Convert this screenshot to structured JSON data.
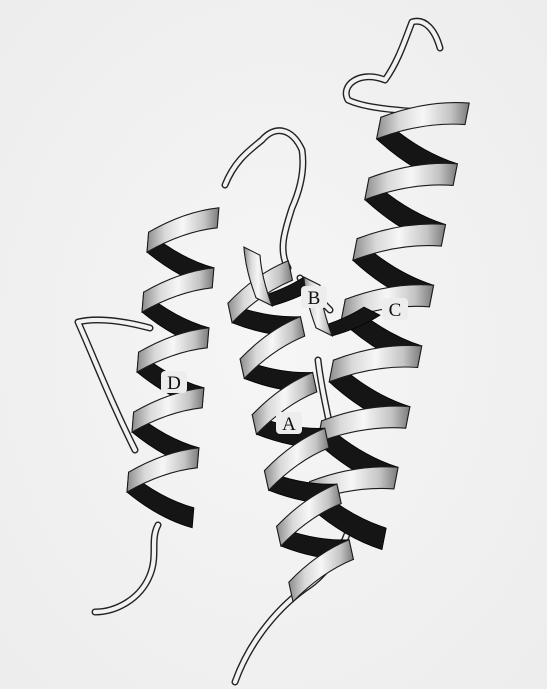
{
  "figure": {
    "type": "protein ribbon diagram",
    "description_style": "four-helix bundle, grayscale",
    "helix_labels": [
      "A",
      "B",
      "C",
      "D"
    ]
  },
  "colors": {
    "background": "#ffffff",
    "paper": "#f4f4f4",
    "ribbon_light": "#f2f2f2",
    "ribbon_mid": "#b8b8b8",
    "ribbon_dark": "#151515"
  }
}
